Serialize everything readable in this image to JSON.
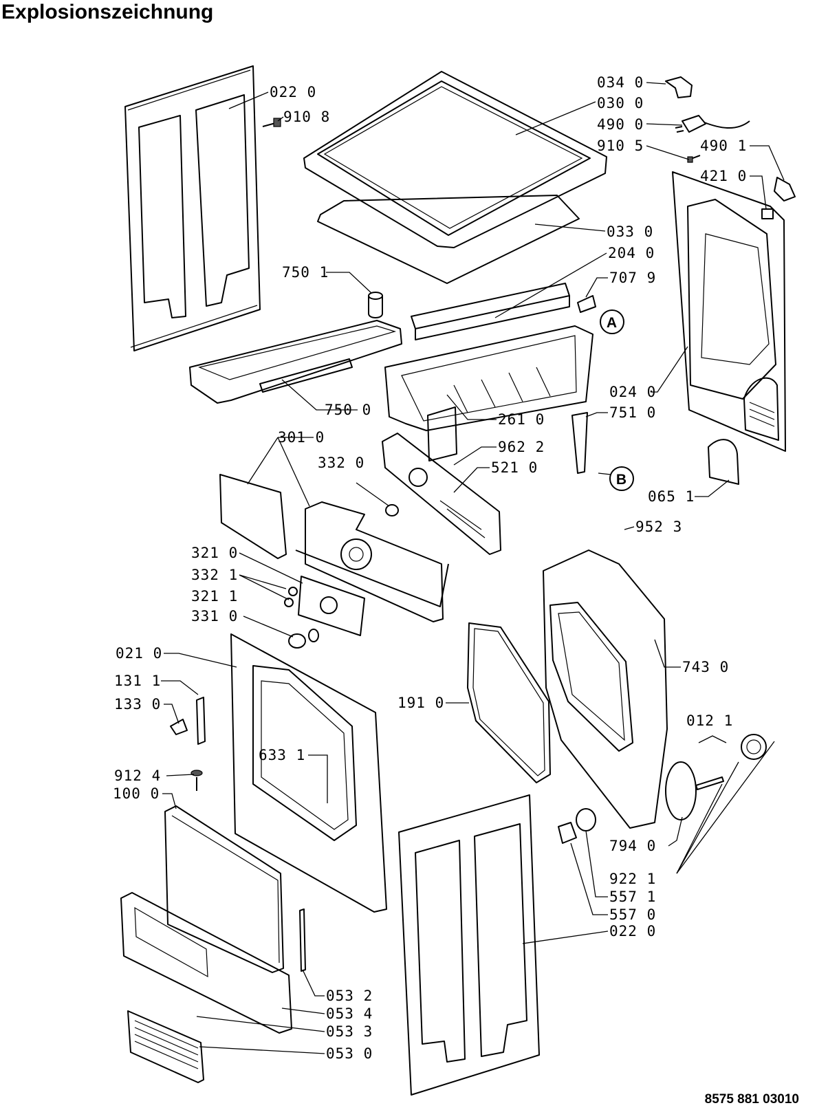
{
  "title": "Explosionszeichnung",
  "document_code": "8575 881 03010",
  "markers": [
    "A",
    "B"
  ],
  "labels": [
    {
      "id": "l01",
      "text": "022 0"
    },
    {
      "id": "l02",
      "text": "910 8"
    },
    {
      "id": "l03",
      "text": "034 0"
    },
    {
      "id": "l04",
      "text": "030 0"
    },
    {
      "id": "l05",
      "text": "490 0"
    },
    {
      "id": "l06",
      "text": "910 5"
    },
    {
      "id": "l07",
      "text": "490 1"
    },
    {
      "id": "l08",
      "text": "421 0"
    },
    {
      "id": "l09",
      "text": "033 0"
    },
    {
      "id": "l10",
      "text": "204 0"
    },
    {
      "id": "l11",
      "text": "750 1"
    },
    {
      "id": "l12",
      "text": "707 9"
    },
    {
      "id": "l13",
      "text": "750 0"
    },
    {
      "id": "l14",
      "text": "024 0"
    },
    {
      "id": "l15",
      "text": "261 0"
    },
    {
      "id": "l16",
      "text": "751 0"
    },
    {
      "id": "l17",
      "text": "301 0"
    },
    {
      "id": "l18",
      "text": "962 2"
    },
    {
      "id": "l19",
      "text": "332 0"
    },
    {
      "id": "l20",
      "text": "521 0"
    },
    {
      "id": "l21",
      "text": "065 1"
    },
    {
      "id": "l22",
      "text": "952 3"
    },
    {
      "id": "l23",
      "text": "321 0"
    },
    {
      "id": "l24",
      "text": "332 1"
    },
    {
      "id": "l25",
      "text": "321 1"
    },
    {
      "id": "l26",
      "text": "331 0"
    },
    {
      "id": "l27",
      "text": "021 0"
    },
    {
      "id": "l28",
      "text": "743 0"
    },
    {
      "id": "l29",
      "text": "131 1"
    },
    {
      "id": "l30",
      "text": "133 0"
    },
    {
      "id": "l31",
      "text": "191 0"
    },
    {
      "id": "l32",
      "text": "012 1"
    },
    {
      "id": "l33",
      "text": "633 1"
    },
    {
      "id": "l34",
      "text": "912 4"
    },
    {
      "id": "l35",
      "text": "100 0"
    },
    {
      "id": "l36",
      "text": "794 0"
    },
    {
      "id": "l37",
      "text": "922 1"
    },
    {
      "id": "l38",
      "text": "557 1"
    },
    {
      "id": "l39",
      "text": "557 0"
    },
    {
      "id": "l40",
      "text": "022 0"
    },
    {
      "id": "l41",
      "text": "053 2"
    },
    {
      "id": "l42",
      "text": "053 4"
    },
    {
      "id": "l43",
      "text": "053 3"
    },
    {
      "id": "l44",
      "text": "053 0"
    }
  ]
}
